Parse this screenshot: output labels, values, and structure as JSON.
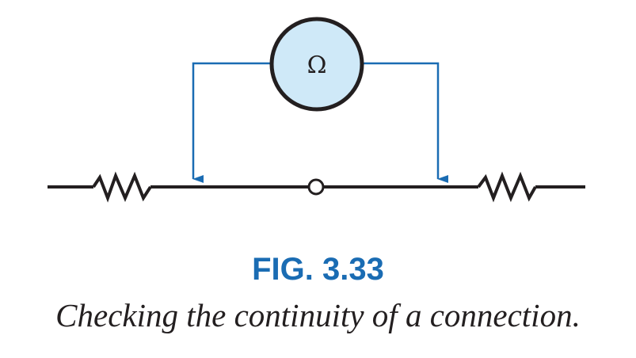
{
  "diagram": {
    "meter_symbol": "Ω",
    "colors": {
      "wire": "#231f20",
      "probe_lead": "#1a6cb3",
      "meter_fill": "#cfe9f8",
      "meter_outline": "#231f20",
      "connection_point_fill": "#ffffff"
    },
    "elements": [
      "left-resistor",
      "right-resistor",
      "connection-point",
      "ohmmeter",
      "left-probe-lead",
      "right-probe-lead"
    ]
  },
  "figure": {
    "number": "FIG. 3.33",
    "caption": "Checking the continuity of a connection."
  }
}
